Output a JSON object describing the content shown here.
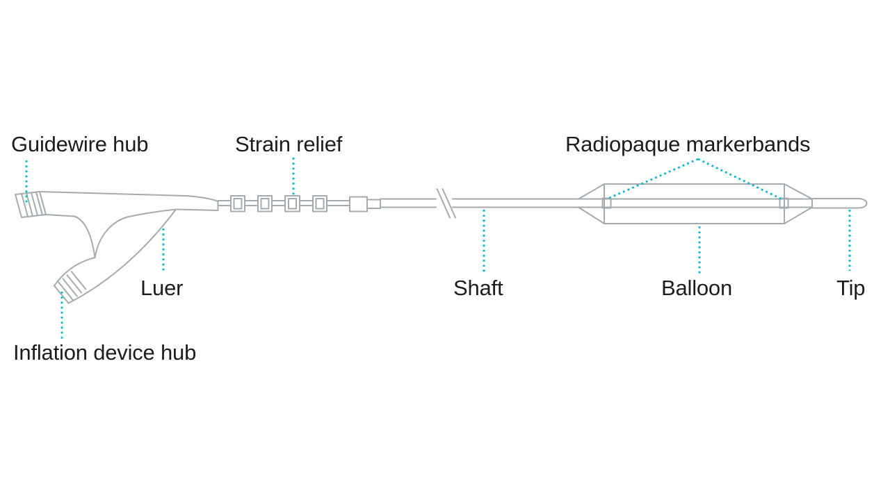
{
  "diagram": {
    "type": "labeled-diagram",
    "subject": "balloon catheter"
  },
  "colors": {
    "background": "#ffffff",
    "outline": "#a4abb0",
    "leader": "#00b6ce",
    "text": "#1c1c1c"
  },
  "labels": {
    "guidewire_hub": "Guidewire hub",
    "strain_relief": "Strain relief",
    "radiopaque_markerbands": "Radiopaque markerbands",
    "luer": "Luer",
    "shaft": "Shaft",
    "balloon": "Balloon",
    "tip": "Tip",
    "inflation_device_hub": "Inflation device hub"
  }
}
